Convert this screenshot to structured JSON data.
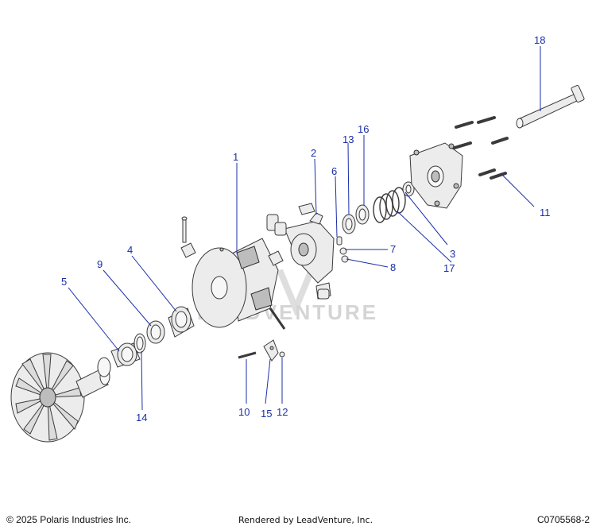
{
  "diagram": {
    "callouts": [
      {
        "id": "1",
        "label": "1"
      },
      {
        "id": "2",
        "label": "2"
      },
      {
        "id": "3",
        "label": "3"
      },
      {
        "id": "4",
        "label": "4"
      },
      {
        "id": "5",
        "label": "5"
      },
      {
        "id": "6",
        "label": "6"
      },
      {
        "id": "7",
        "label": "7"
      },
      {
        "id": "8",
        "label": "8"
      },
      {
        "id": "9",
        "label": "9"
      },
      {
        "id": "10",
        "label": "10"
      },
      {
        "id": "11",
        "label": "11"
      },
      {
        "id": "12",
        "label": "12"
      },
      {
        "id": "13",
        "label": "13"
      },
      {
        "id": "14",
        "label": "14"
      },
      {
        "id": "15",
        "label": "15"
      },
      {
        "id": "16",
        "label": "16"
      },
      {
        "id": "17",
        "label": "17"
      },
      {
        "id": "18",
        "label": "18"
      }
    ],
    "watermark": "LEADVENTURE",
    "callout_color": "#1a2fa8"
  },
  "footer": {
    "copyright": "© 2025 Polaris Industries Inc.",
    "rendered_by": "Rendered by LeadVenture, Inc.",
    "diagram_id": "C0705568-2"
  }
}
